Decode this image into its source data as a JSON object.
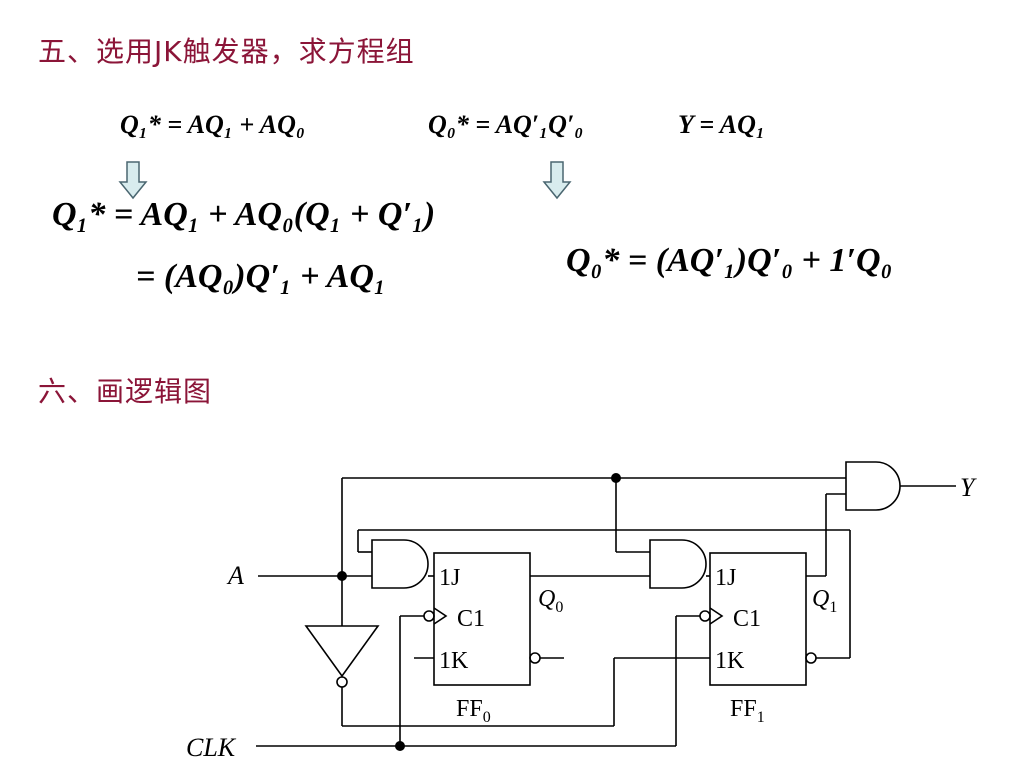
{
  "section5": {
    "heading": "五、选用JK触发器，求方程组"
  },
  "equations": {
    "q1_state": "Q₁* = AQ₁ + AQ₀",
    "q0_state": "Q₀* = AQ′₁Q′₀",
    "output": "Y = AQ₁",
    "q1_expanded_line1": "Q₁* = AQ₁ + AQ₀(Q₁ + Q′₁)",
    "q1_expanded_line2": "= (AQ₀)Q′₁ + AQ₁",
    "q0_expanded": "Q₀* = (AQ′₁)Q′₀ + 1′Q₀"
  },
  "section6": {
    "heading": "六、画逻辑图"
  },
  "circuit": {
    "input_a": "A",
    "input_clk": "CLK",
    "output_y": "Y",
    "ff0": {
      "name": "FF",
      "name_sub": "0",
      "j": "1J",
      "c": "C1",
      "k": "1K",
      "q": "Q",
      "q_sub": "0"
    },
    "ff1": {
      "name": "FF",
      "name_sub": "1",
      "j": "1J",
      "c": "C1",
      "k": "1K",
      "q": "Q",
      "q_sub": "1"
    }
  },
  "colors": {
    "heading": "#8b1538",
    "arrow_fill": "#d8ecee",
    "arrow_stroke": "#4a6670"
  }
}
